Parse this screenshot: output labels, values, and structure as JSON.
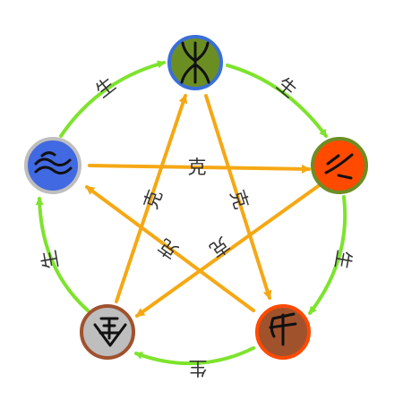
{
  "diagram": {
    "generating_label": "生",
    "overcoming_label": "克",
    "colors": {
      "generating_arrow": "#7de32c",
      "overcoming_arrow": "#f5a814",
      "wood_fill": "#6b8e23",
      "wood_ring": "#3a6fd8",
      "fire_fill": "#ff4a00",
      "fire_ring": "#6b8e23",
      "earth_fill": "#a0522d",
      "earth_ring": "#ff4a00",
      "metal_fill": "#bebebe",
      "metal_ring": "#a0522d",
      "water_fill": "#4169e1",
      "water_ring": "#bebebe"
    },
    "nodes": [
      {
        "id": "wood",
        "glyph": "wood-seal-glyph"
      },
      {
        "id": "fire",
        "glyph": "fire-seal-glyph"
      },
      {
        "id": "earth",
        "glyph": "earth-seal-glyph"
      },
      {
        "id": "metal",
        "glyph": "metal-seal-glyph"
      },
      {
        "id": "water",
        "glyph": "water-seal-glyph"
      }
    ]
  }
}
